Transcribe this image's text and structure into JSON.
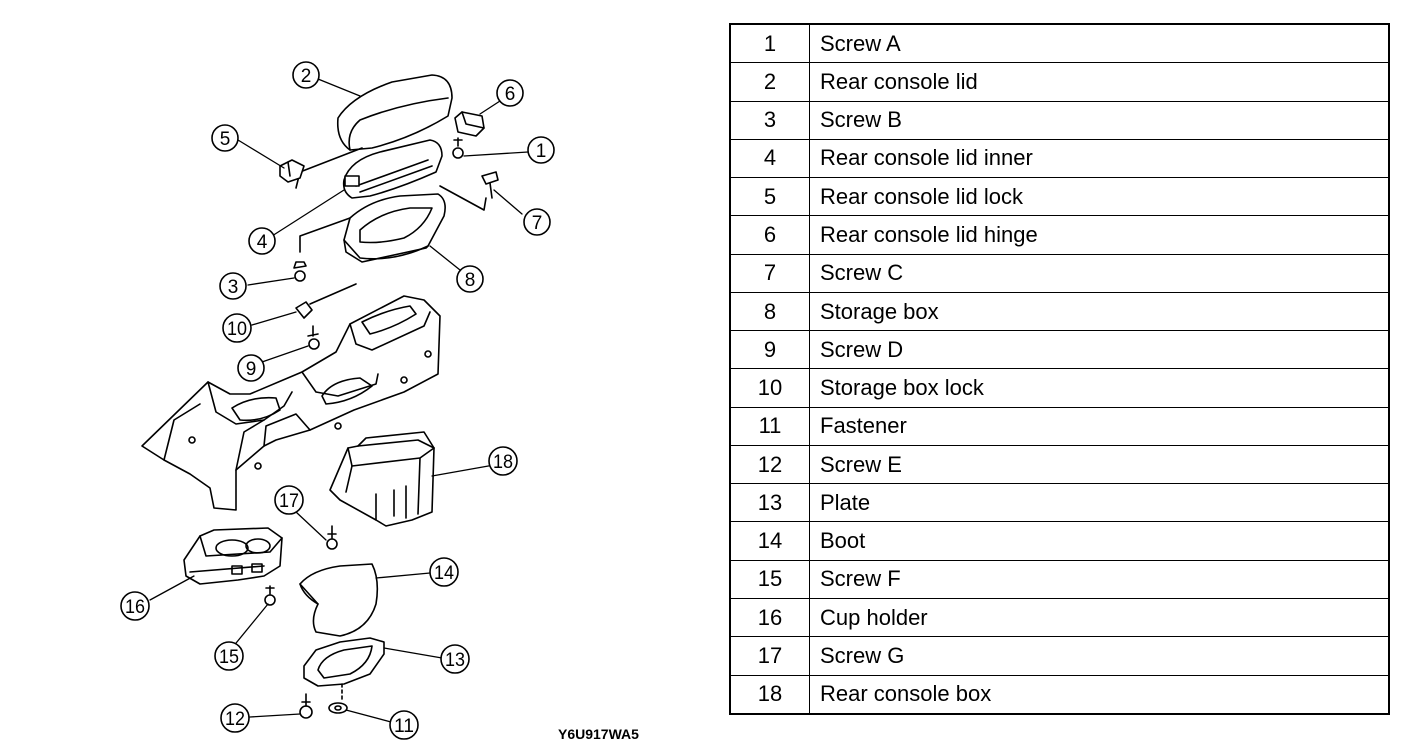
{
  "diagram": {
    "code": "Y6U917WA5",
    "callouts": [
      "1",
      "2",
      "3",
      "4",
      "5",
      "6",
      "7",
      "8",
      "9",
      "10",
      "11",
      "12",
      "13",
      "14",
      "15",
      "16",
      "17",
      "18"
    ]
  },
  "parts": [
    {
      "number": "1",
      "name": "Screw A"
    },
    {
      "number": "2",
      "name": "Rear console lid"
    },
    {
      "number": "3",
      "name": "Screw B"
    },
    {
      "number": "4",
      "name": "Rear console lid inner"
    },
    {
      "number": "5",
      "name": "Rear console lid lock"
    },
    {
      "number": "6",
      "name": "Rear console lid hinge"
    },
    {
      "number": "7",
      "name": "Screw C"
    },
    {
      "number": "8",
      "name": "Storage box"
    },
    {
      "number": "9",
      "name": "Screw D"
    },
    {
      "number": "10",
      "name": "Storage box lock"
    },
    {
      "number": "11",
      "name": "Fastener"
    },
    {
      "number": "12",
      "name": "Screw E"
    },
    {
      "number": "13",
      "name": "Plate"
    },
    {
      "number": "14",
      "name": "Boot"
    },
    {
      "number": "15",
      "name": "Screw F"
    },
    {
      "number": "16",
      "name": "Cup holder"
    },
    {
      "number": "17",
      "name": "Screw G"
    },
    {
      "number": "18",
      "name": "Rear console box"
    }
  ]
}
